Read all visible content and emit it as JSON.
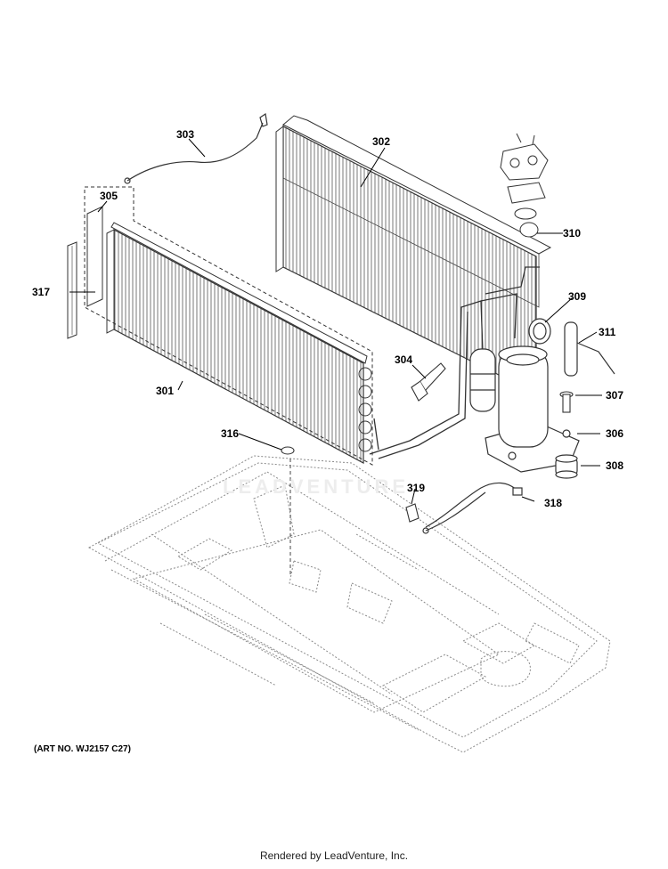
{
  "diagram": {
    "parts": [
      {
        "id": "301",
        "label": "301"
      },
      {
        "id": "302",
        "label": "302"
      },
      {
        "id": "303",
        "label": "303"
      },
      {
        "id": "304",
        "label": "304"
      },
      {
        "id": "305",
        "label": "305"
      },
      {
        "id": "306",
        "label": "306"
      },
      {
        "id": "307",
        "label": "307"
      },
      {
        "id": "308",
        "label": "308"
      },
      {
        "id": "309",
        "label": "309"
      },
      {
        "id": "310",
        "label": "310"
      },
      {
        "id": "311",
        "label": "311"
      },
      {
        "id": "316",
        "label": "316"
      },
      {
        "id": "317",
        "label": "317"
      },
      {
        "id": "318",
        "label": "318"
      },
      {
        "id": "319",
        "label": "319"
      }
    ],
    "art_number": "(ART NO. WJ2157 C27)",
    "watermark": "LEADVENTURE",
    "footer": "Rendered by LeadVenture, Inc."
  },
  "colors": {
    "line": "#333333",
    "dashed": "#9a9a9a",
    "background": "#ffffff"
  }
}
